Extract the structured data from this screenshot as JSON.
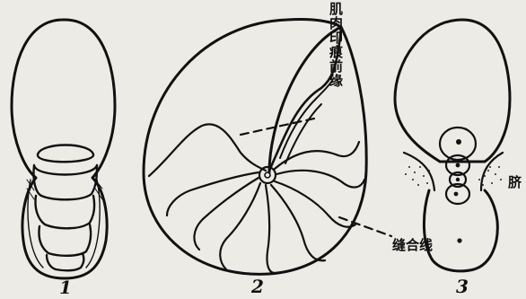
{
  "figures": [
    {
      "id": "1",
      "number": "1"
    },
    {
      "id": "2",
      "number": "2"
    },
    {
      "id": "3",
      "number": "3"
    }
  ],
  "labels": {
    "muscle_scar_front": "肌肉印痕前缘",
    "suture_line": "缝合线",
    "umbilicus": "脐"
  },
  "colors": {
    "ink": "#111111",
    "paper": "#ecebe6"
  }
}
